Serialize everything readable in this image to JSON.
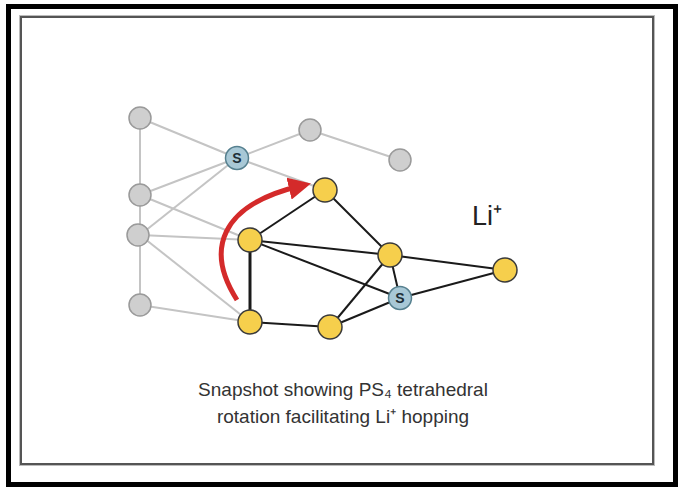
{
  "diagram": {
    "caption": "Snapshot showing PS₄ tetrahedral rotation facilitating Li⁺ hopping",
    "nodes": [
      {
        "text": [
          "S"
        ]
      },
      {
        "text": [
          "S"
        ]
      }
    ],
    "labels": [
      "Li⁺"
    ]
  }
}
